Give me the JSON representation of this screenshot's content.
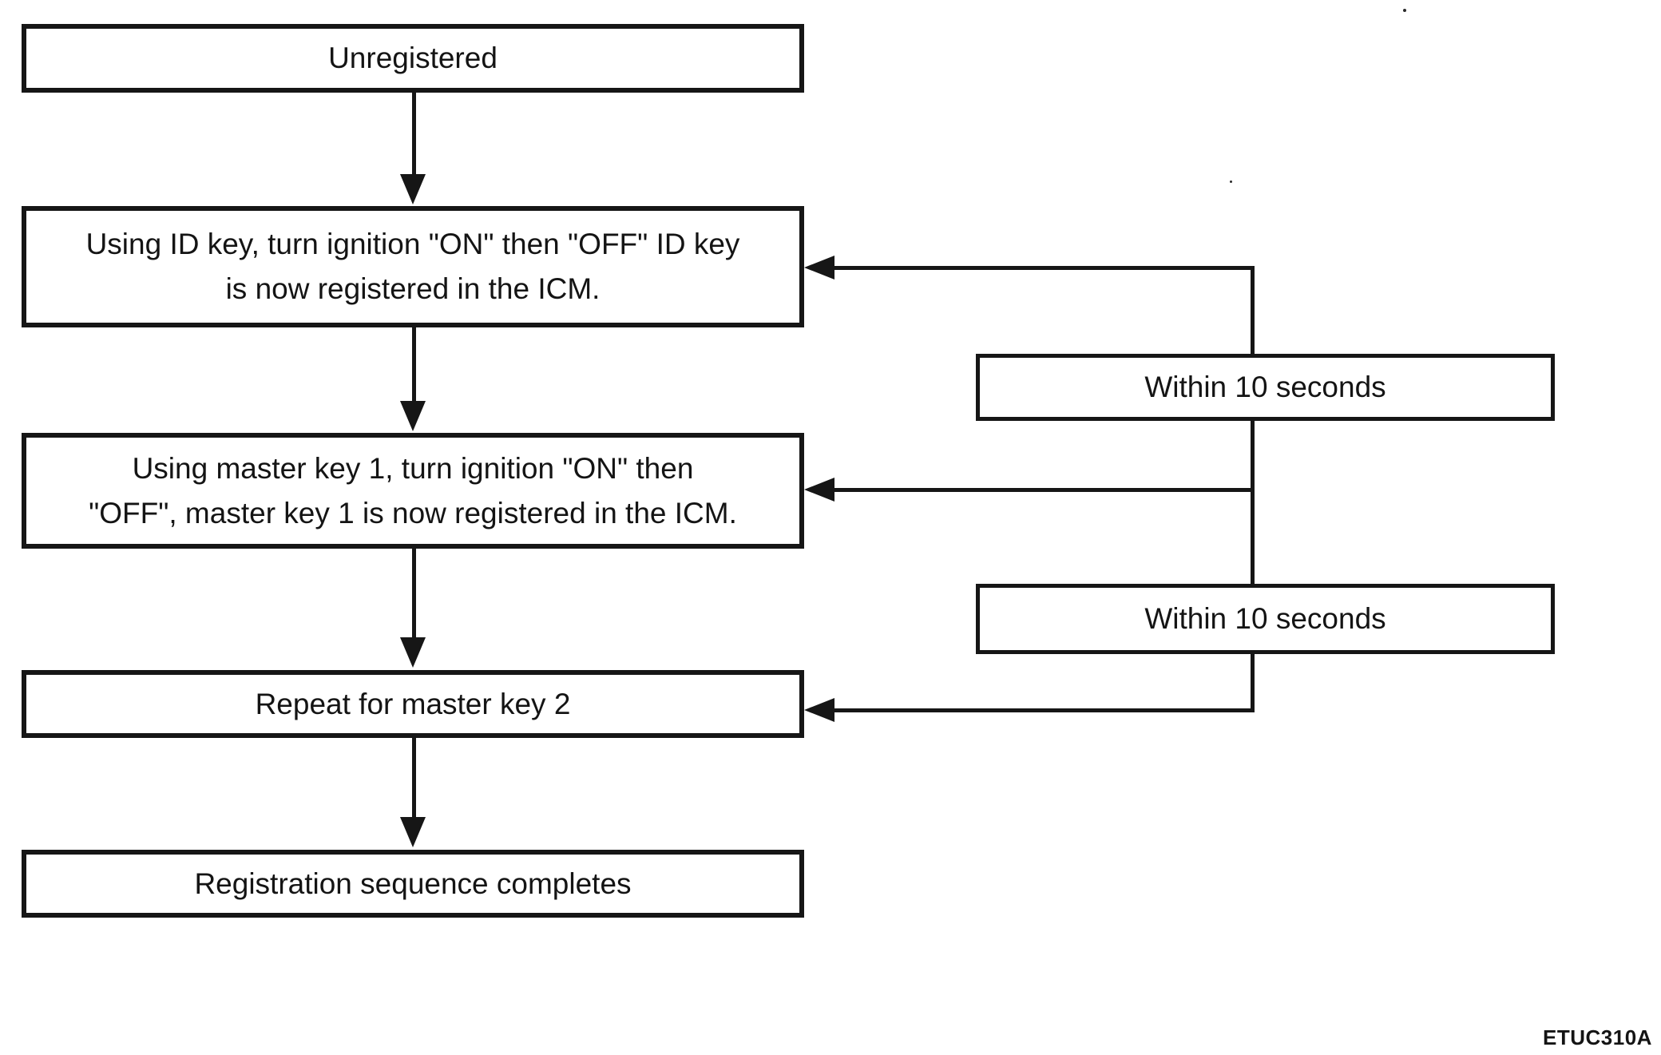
{
  "flowchart": {
    "boxes": {
      "unregistered": {
        "line1": "Unregistered"
      },
      "id_key": {
        "line1": "Using ID key, turn ignition \"ON\" then \"OFF\" ID key",
        "line2": "is now registered in the ICM."
      },
      "master_key_1": {
        "line1": "Using master key 1, turn ignition \"ON\" then",
        "line2": "\"OFF\", master key 1 is now registered in the ICM."
      },
      "repeat_master_key_2": {
        "line1": "Repeat for master key 2"
      },
      "registration_completes": {
        "line1": "Registration sequence completes"
      }
    },
    "timing_labels": {
      "within_1": "Within 10 seconds",
      "within_2": "Within 10 seconds"
    },
    "figure_code": "ETUC310A",
    "colors": {
      "line": "#161616",
      "background": "#ffffff",
      "box_fill": "#ffffff",
      "text": "#141414"
    }
  }
}
